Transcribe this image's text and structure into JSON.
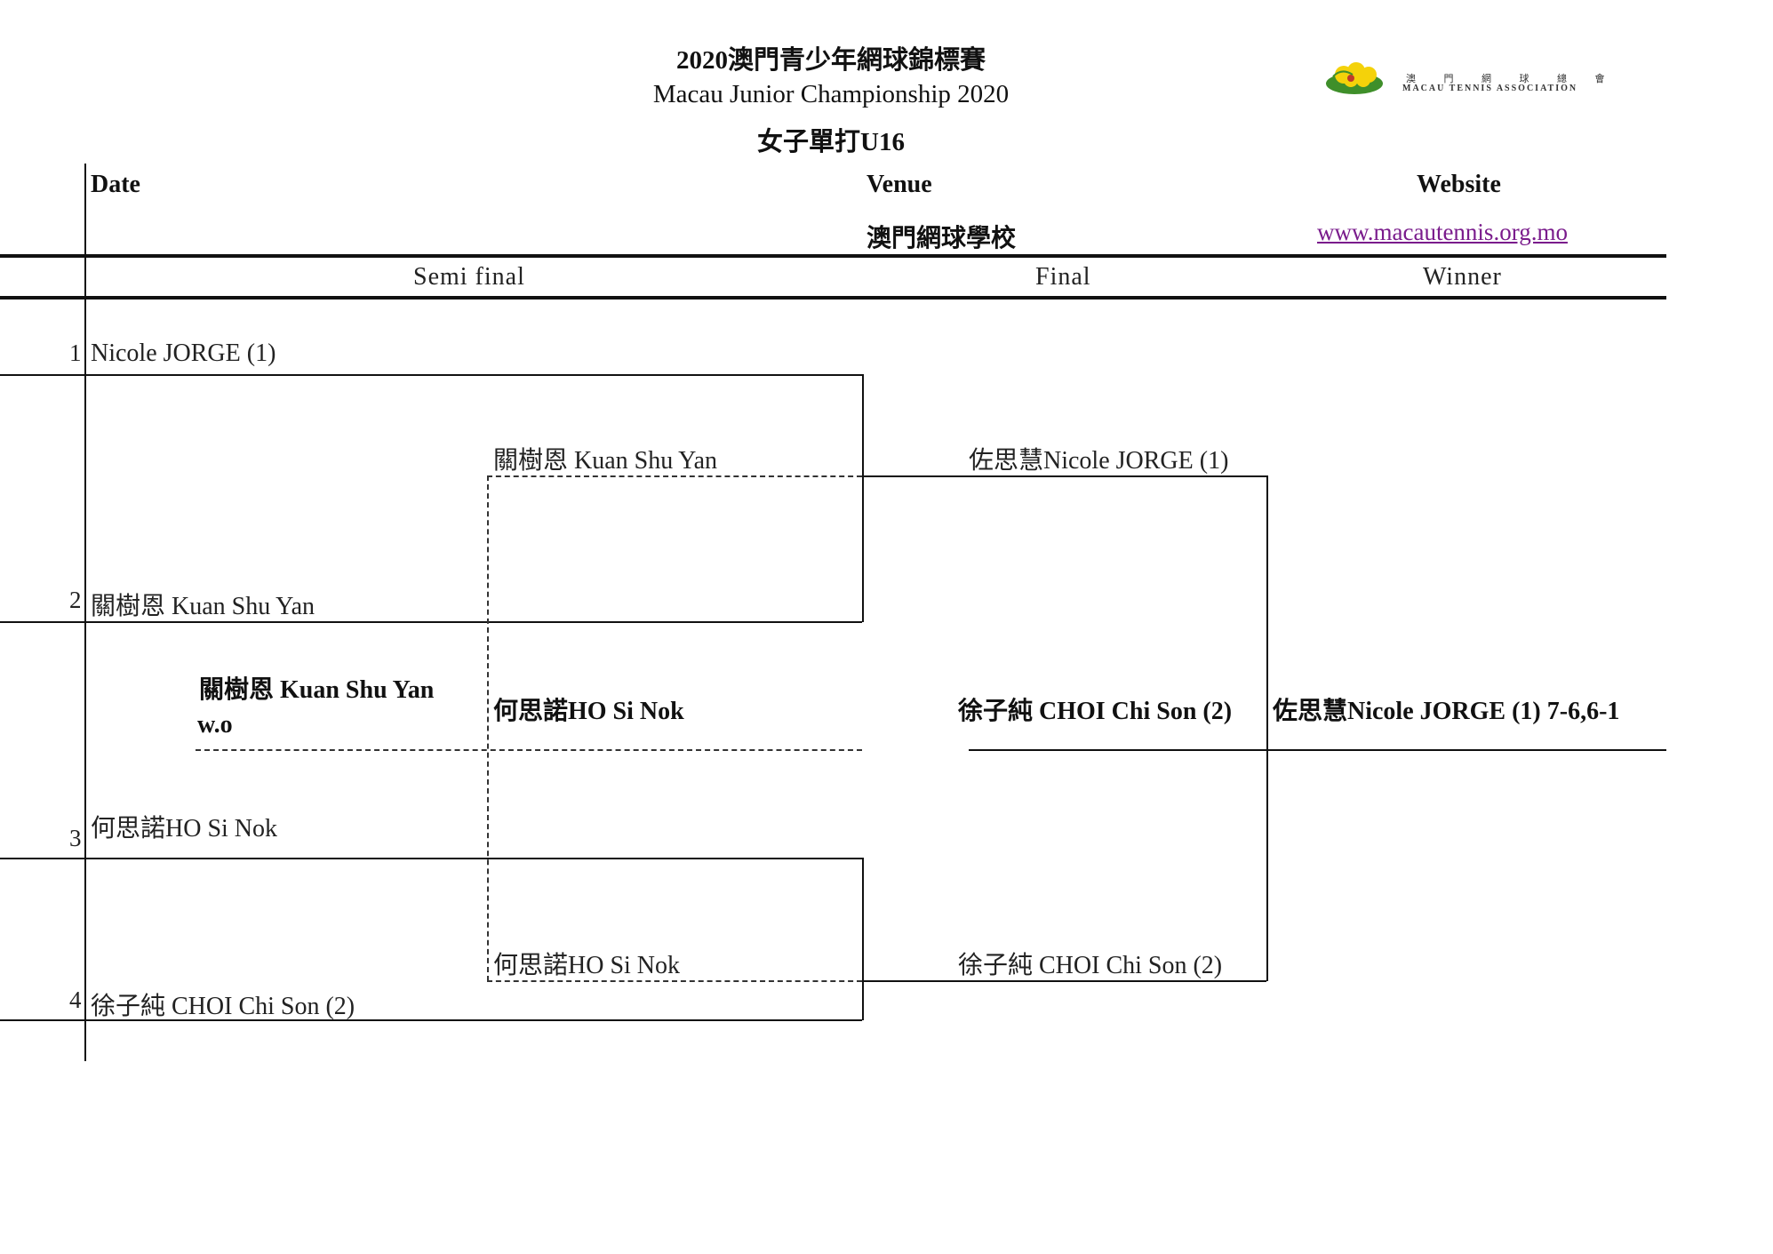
{
  "header": {
    "title_cn": "2020澳門青少年網球錦標賽",
    "title_en": "Macau Junior Championship 2020",
    "event": "女子單打U16",
    "date_label": "Date",
    "venue_label": "Venue",
    "venue_value": "澳門網球學校",
    "website_label": "Website",
    "website_value": "www.macautennis.org.mo"
  },
  "logo": {
    "icon": "tennis-ball-flower-logo",
    "name_cn": "澳 門 網 球 總 會",
    "name_en": "MACAU TENNIS ASSOCIATION",
    "colors": {
      "yellow": "#f4d20a",
      "green": "#3f8f2a",
      "red": "#c0392b"
    }
  },
  "rounds": {
    "semi": "Semi final",
    "final": "Final",
    "winner": "Winner"
  },
  "draw": [
    {
      "seed": "1",
      "name": "Nicole JORGE (1)"
    },
    {
      "seed": "2",
      "name": "關樹恩 Kuan Shu Yan"
    },
    {
      "seed": "3",
      "name": "何思諾HO Si Nok"
    },
    {
      "seed": "4",
      "name": "徐子純 CHOI Chi Son  (2)"
    }
  ],
  "semi_final": {
    "top": "關樹恩 Kuan Shu Yan",
    "bottom": "何思諾HO Si Nok",
    "result_winner": "關樹恩 Kuan Shu Yan",
    "result_score": "w.o",
    "result_opponent": "何思諾HO Si Nok"
  },
  "final": {
    "top": "佐思慧Nicole JORGE (1)",
    "bottom": "徐子純 CHOI Chi Son  (2)",
    "result_opponent": "徐子純 CHOI Chi Son  (2)"
  },
  "winner": {
    "result": "佐思慧Nicole JORGE (1) 7-6,6-1"
  }
}
